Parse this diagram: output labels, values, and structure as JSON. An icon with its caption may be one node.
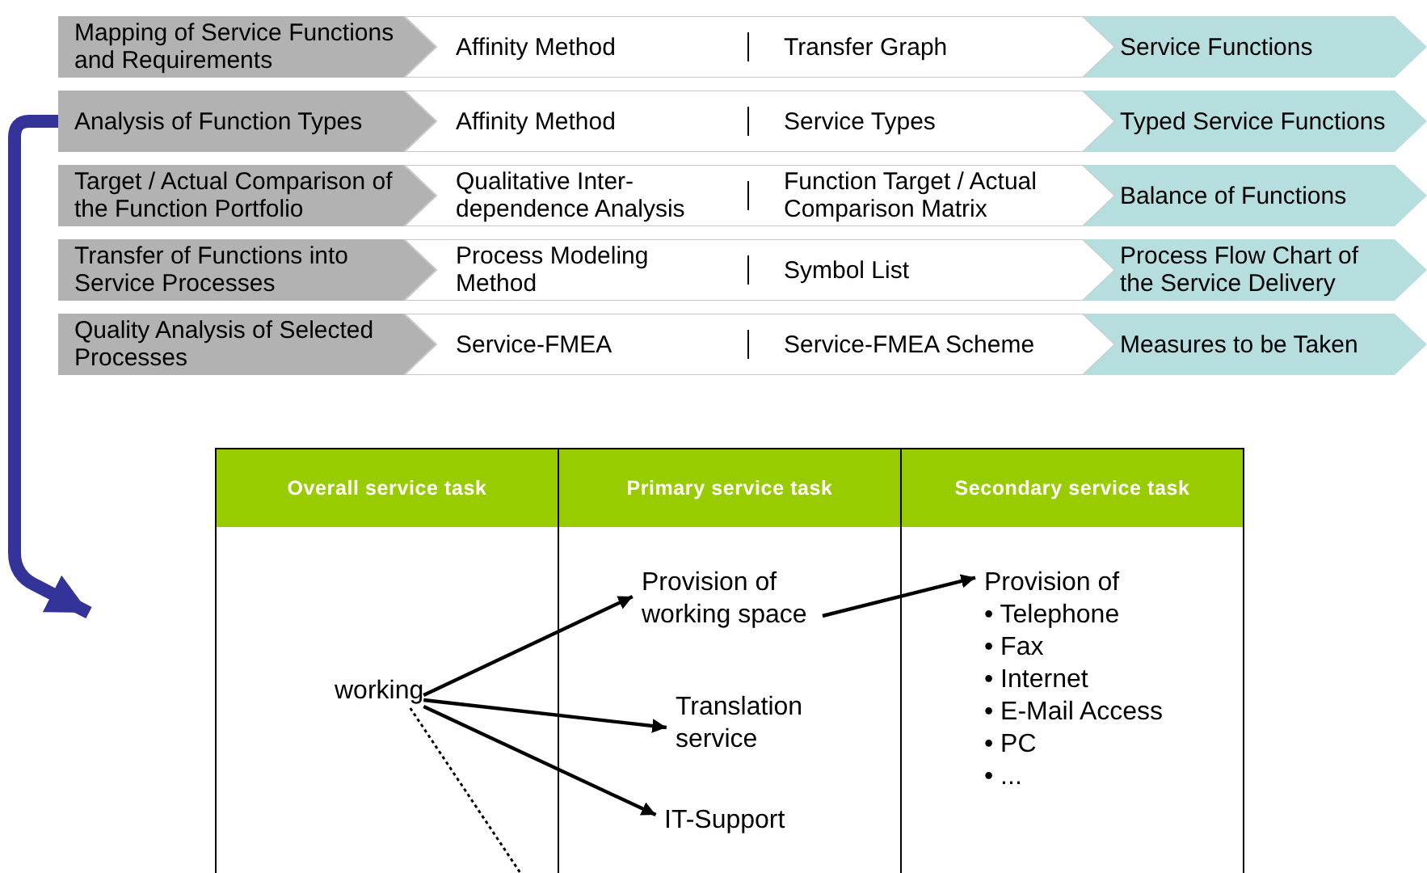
{
  "diagram": {
    "nodes": [
      {
        "text": [
          "Mapping of Service Functions and Requirements"
        ]
      },
      {
        "text": [
          "Affinity Method",
          "Transfer Graph"
        ]
      },
      {
        "text": [
          "Service Functions"
        ]
      },
      {
        "text": [
          "Analysis of Function Types"
        ]
      },
      {
        "text": [
          "Affinity Method",
          "Service Types"
        ]
      },
      {
        "text": [
          "Typed Service Functions"
        ]
      },
      {
        "text": [
          "Target / Actual Comparison of the Function Portfolio"
        ]
      },
      {
        "text": [
          "Qualitative Inter-dependence Analysis",
          "Function Target / Actual Comparison Matrix"
        ]
      },
      {
        "text": [
          "Balance of Functions"
        ]
      },
      {
        "text": [
          "Transfer of Functions into Service Processes"
        ]
      },
      {
        "text": [
          "Process Modeling Method",
          "Symbol List"
        ]
      },
      {
        "text": [
          "Process Flow Chart of the Service Delivery"
        ]
      },
      {
        "text": [
          "Quality Analysis of Selected Processes"
        ]
      },
      {
        "text": [
          "Service-FMEA",
          "Service-FMEA Scheme"
        ]
      },
      {
        "text": [
          "Measures to be Taken"
        ]
      },
      {
        "text": [
          "Overall service task"
        ]
      },
      {
        "text": [
          "Primary service task"
        ]
      },
      {
        "text": [
          "Secondary service task"
        ]
      },
      {
        "text": [
          "working"
        ],
        "in": 15
      },
      {
        "text": [
          "Provision of working space"
        ],
        "in": 16
      },
      {
        "text": [
          "Translation service"
        ],
        "in": 16
      },
      {
        "text": [
          "IT-Support"
        ],
        "in": 16
      },
      {
        "text": [
          "Provision of",
          "• Telephone",
          "• Fax",
          "• Internet",
          "• E-Mail Access",
          "• PC",
          "• ..."
        ],
        "in": 17
      }
    ],
    "edges": [
      {
        "from": 3,
        "to": null,
        "arrow": "to",
        "style": "thick",
        "color": "#333399"
      },
      {
        "from": 18,
        "to": 19,
        "arrow": "to"
      },
      {
        "from": 18,
        "to": 20,
        "arrow": "to"
      },
      {
        "from": 18,
        "to": 21,
        "arrow": "to"
      },
      {
        "from": 19,
        "to": 22,
        "arrow": "to"
      },
      {
        "from": 18,
        "to": null,
        "arrow": "none",
        "style": "dashed"
      }
    ]
  }
}
